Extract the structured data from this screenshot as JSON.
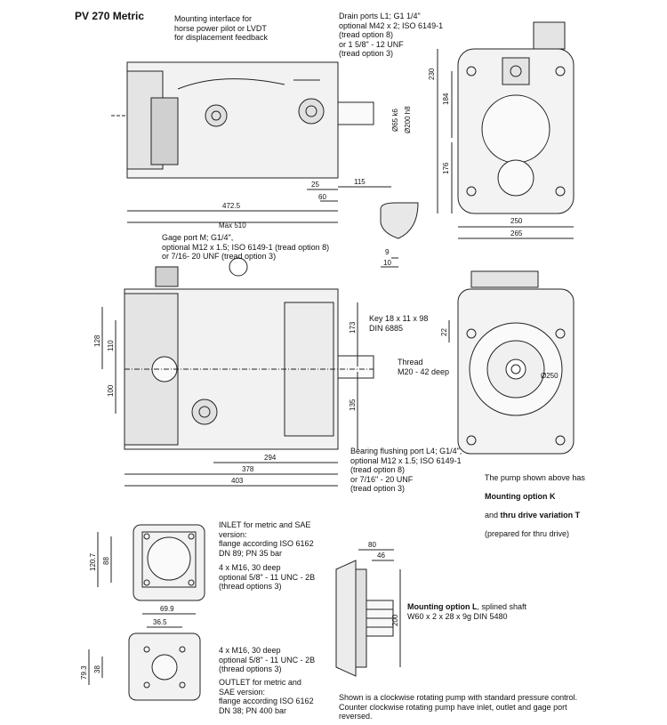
{
  "title": "PV 270 Metric",
  "callouts": {
    "mounting_interface": "Mounting interface for\nhorse power pilot or LVDT\nfor displacement feedback",
    "drain_ports": "Drain ports L1; G1 1/4\"\noptional M42 x 2; ISO 6149-1\n(tread option 8)\nor 1 5/8\" - 12 UNF\n(tread option 3)",
    "gage_port": "Gage port M; G1/4\",\noptional M12 x 1.5; ISO 6149-1 (tread option 8)\nor 7/16- 20 UNF (tread option 3)",
    "key": "Key 18 x 11 x 98\nDIN 6885",
    "thread": "Thread\nM20 - 42 deep",
    "bearing_flushing": "Bearing flushing port L4; G1/4\",\noptional M12 x 1.5; ISO 6149-1\n(tread option 8)\nor 7/16\" - 20 UNF\n(tread option 3)",
    "pump_note_line1": "The pump shown above has",
    "pump_note_option_k": "Mounting option K",
    "pump_note_and": "and ",
    "pump_note_thru_drive": "thru drive variation T",
    "pump_note_prepared": "(prepared for thru drive)",
    "inlet": "INLET for metric and SAE\nversion:\nflange according ISO 6162\nDN 89; PN 35 bar",
    "inlet_threads": "4 x M16, 30 deep\noptional 5/8\" - 11 UNC - 2B\n(thread options 3)",
    "outlet_threads": "4 x M16, 30 deep\noptional 5/8\" - 11 UNC - 2B\n(thread options 3)",
    "outlet": "OUTLET for metric and\nSAE version:\nflange according ISO 6162\nDN 38; PN 400 bar",
    "mounting_l_bold": "Mounting option L",
    "mounting_l_rest": ", splined shaft\nW60 x 2 x 28 x 9g DIN 5480",
    "footnote": "Shown is a clockwise rotating pump with standard pressure control.\nCounter clockwise rotating pump have inlet, outlet and gage port\nreversed."
  },
  "dimensions": {
    "d472": "472.5",
    "d510": "Max 510",
    "d25": "25",
    "d60": "60",
    "d115": "115",
    "d65": "Ø65 k6",
    "d200h8": "Ø200 h8",
    "d230": "230",
    "d184": "184",
    "d176": "176",
    "d250": "250",
    "d265": "265",
    "d9": "9",
    "d10": "10",
    "d173": "173",
    "d135": "135",
    "d128": "128",
    "d110": "110",
    "d100": "100",
    "d22": "22",
    "d250c": "Ø250",
    "d294": "294",
    "d378": "378",
    "d403": "403",
    "d120": "120.7",
    "d88": "88",
    "d699": "69.9",
    "d365": "36.5",
    "d793": "79.3",
    "d38": "38",
    "d80": "80",
    "d46": "46",
    "d200": "200"
  }
}
